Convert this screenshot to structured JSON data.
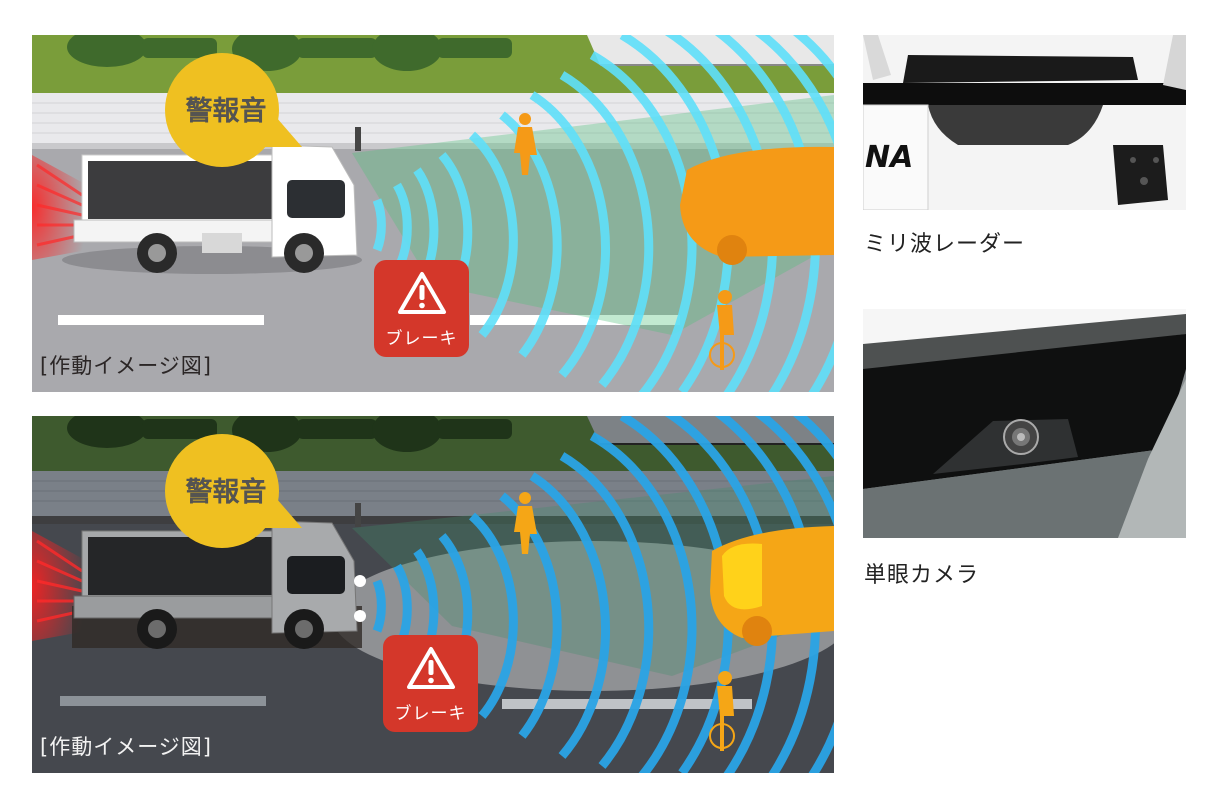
{
  "scenes": [
    {
      "id": "day",
      "warning_bubble": "警報音",
      "brake_badge": {
        "icon": "warning-triangle-icon",
        "label": "ブレーキ",
        "color": "#d4372a"
      },
      "caption": "[作動イメージ図]",
      "mode": "daytime"
    },
    {
      "id": "night",
      "warning_bubble": "警報音",
      "brake_badge": {
        "icon": "warning-triangle-icon",
        "label": "ブレーキ",
        "color": "#d4372a"
      },
      "caption": "[作動イメージ図]",
      "mode": "nighttime"
    }
  ],
  "sensors": [
    {
      "name": "radar",
      "caption": "ミリ波レーダー",
      "emblem_text": "NA"
    },
    {
      "name": "camera",
      "caption": "単眼カメラ"
    }
  ],
  "colors": {
    "bubble": "#efc021",
    "brake": "#d4372a",
    "wave_day": "#5fe0fa",
    "wave_night": "#2aa4e6",
    "object_highlight": "#f59a17"
  }
}
